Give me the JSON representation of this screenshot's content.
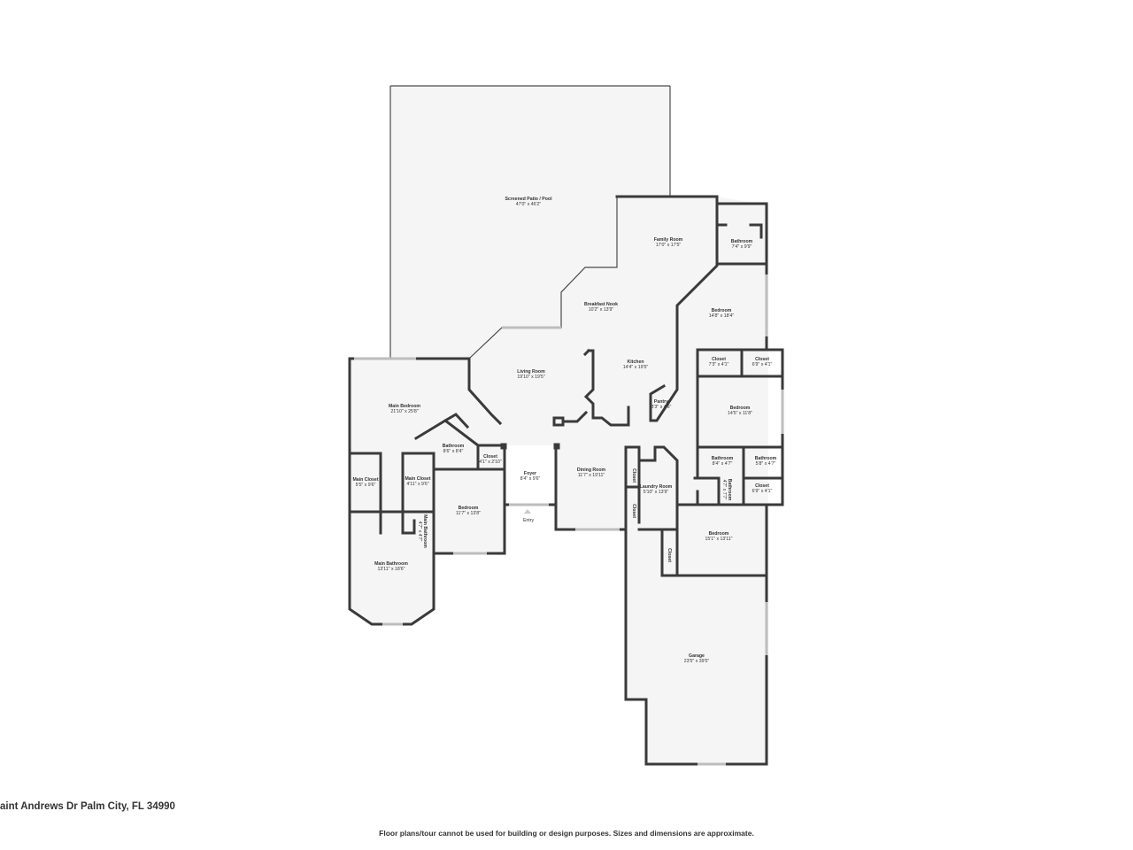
{
  "address": "aint Andrews Dr Palm City, FL 34990",
  "disclaimer": "Floor plans/tour cannot be used for building or design purposes. Sizes and dimensions are approximate.",
  "entry_label": "Entry",
  "rooms": {
    "patio": {
      "name": "Screened Patio / Pool",
      "dim": "47'0\" x 46'2\""
    },
    "family_room": {
      "name": "Family Room",
      "dim": "17'0\" x 17'5\""
    },
    "bathroom_ne": {
      "name": "Bathroom",
      "dim": "7'4\" x 9'9\""
    },
    "breakfast_nook": {
      "name": "Breakfast Nook",
      "dim": "10'2\" x 13'9\""
    },
    "bedroom_ne": {
      "name": "Bedroom",
      "dim": "14'8\" x 18'4\""
    },
    "kitchen": {
      "name": "Kitchen",
      "dim": "14'4\" x 19'5\""
    },
    "closet_e1": {
      "name": "Closet",
      "dim": "7'3\" x 4'1\""
    },
    "closet_e2": {
      "name": "Closet",
      "dim": "6'9\" x 4'1\""
    },
    "living_room": {
      "name": "Living Room",
      "dim": "19'10\" x 19'5\""
    },
    "pantry": {
      "name": "Pantry",
      "dim": "3'3\" x 4'6\""
    },
    "main_bedroom": {
      "name": "Main Bedroom",
      "dim": "21'10\" x 25'8\""
    },
    "bedroom_e": {
      "name": "Bedroom",
      "dim": "14'5\" x 11'8\""
    },
    "bathroom_c": {
      "name": "Bathroom",
      "dim": "8'6\" x 8'4\""
    },
    "closet_c": {
      "name": "Closet",
      "dim": "4'1\" x 2'10\""
    },
    "main_closet_1": {
      "name": "Main Closet",
      "dim": "5'5\" x 9'6\""
    },
    "main_closet_2": {
      "name": "Main Closet",
      "dim": "4'11\" x 9'6\""
    },
    "foyer": {
      "name": "Foyer",
      "dim": "8'4\" x 9'6\""
    },
    "dining_room": {
      "name": "Dining Room",
      "dim": "11'7\" x 19'11\""
    },
    "closet_lv1": {
      "name": "Closet",
      "dim": ""
    },
    "laundry": {
      "name": "Laundry Room",
      "dim": "5'10\" x 13'9\""
    },
    "bathroom_se1": {
      "name": "Bathroom",
      "dim": "8'4\" x 4'7\""
    },
    "bathroom_se2": {
      "name": "Bathroom",
      "dim": "5'8\" x 4'7\""
    },
    "bathroom_v": {
      "name": "Bathroom",
      "dim": "4'7\" x 7'7\""
    },
    "closet_se": {
      "name": "Closet",
      "dim": "6'9\" x 4'1\""
    },
    "bedroom_c": {
      "name": "Bedroom",
      "dim": "11'7\" x 13'8\""
    },
    "main_bathroom_v": {
      "name": "Main Bathroom",
      "dim": "4'7\" x 4'7\""
    },
    "closet_lv2": {
      "name": "Closet",
      "dim": ""
    },
    "bedroom_se": {
      "name": "Bedroom",
      "dim": "15'1\" x 13'11\""
    },
    "closet_v3": {
      "name": "Closet",
      "dim": ""
    },
    "main_bathroom": {
      "name": "Main Bathroom",
      "dim": "13'11\" x 18'6\""
    },
    "garage": {
      "name": "Garage",
      "dim": "23'5\" x 39'5\""
    }
  }
}
